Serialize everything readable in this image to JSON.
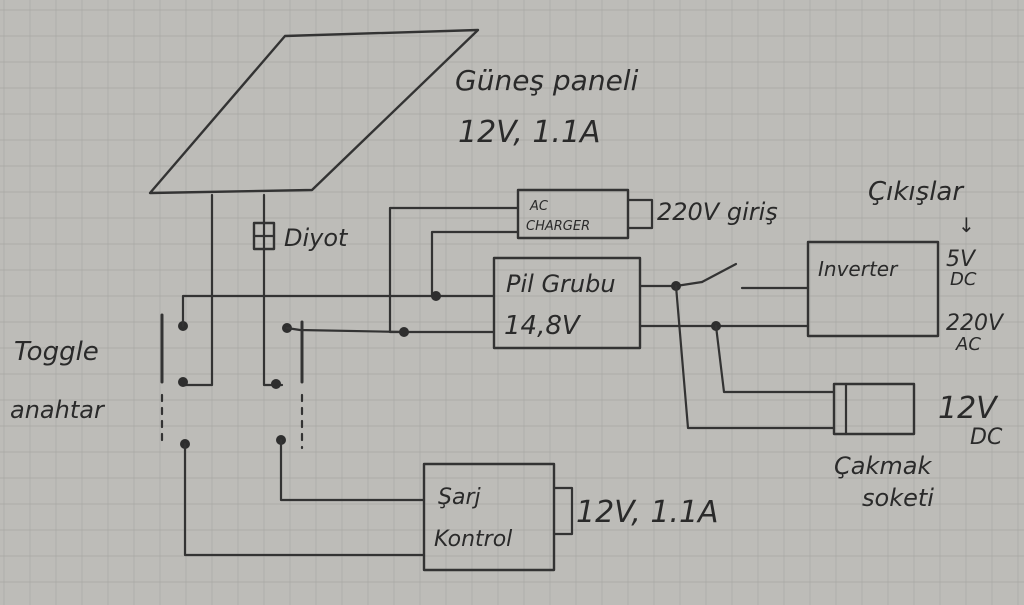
{
  "labels": {
    "panel_name": "Güneş paneli",
    "panel_spec": "12V, 1.1A",
    "diode": "Diyot",
    "toggle_line1": "Toggle",
    "toggle_line2": "anahtar",
    "ac_charger_line1": "AC",
    "ac_charger_line2": "CHARGER",
    "ac_input": "220V giriş",
    "battery_line1": "Pil Grubu",
    "battery_line2": "14,8V",
    "outputs_title": "Çıkışlar",
    "outputs_arrow": "↓",
    "inverter": "Inverter",
    "out_5v_line1": "5V",
    "out_5v_line2": "DC",
    "out_220v_line1": "220V",
    "out_220v_line2": "AC",
    "out_12v_line1": "12V",
    "out_12v_line2": "DC",
    "socket_line1": "Çakmak",
    "socket_line2": "soketi",
    "charge_line1": "Şarj",
    "charge_line2": "Kontrol",
    "charge_spec": "12V, 1.1A"
  },
  "colors": {
    "paper": "#bdbcb8",
    "ink": "#333333",
    "grid": "#a9a9a5"
  }
}
